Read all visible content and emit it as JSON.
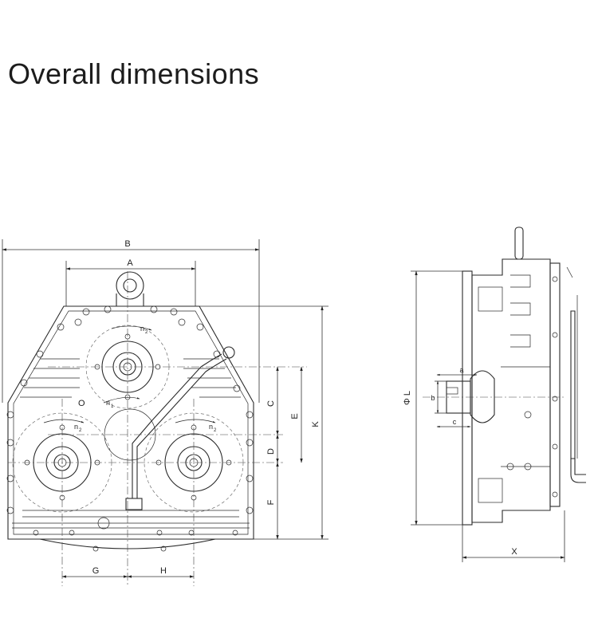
{
  "title": "Overall dimensions",
  "front_view": {
    "labels": {
      "B": "B",
      "A": "A",
      "C": "C",
      "D": "D",
      "E": "E",
      "F": "F",
      "K": "K",
      "G": "G",
      "H": "H",
      "O": "O",
      "n1": "n",
      "n1_sub": "1",
      "n2": "n",
      "n2_sub": "2"
    }
  },
  "side_view": {
    "labels": {
      "L": "Φ L",
      "a": "a",
      "b": "b",
      "c": "c",
      "X": "X"
    }
  }
}
